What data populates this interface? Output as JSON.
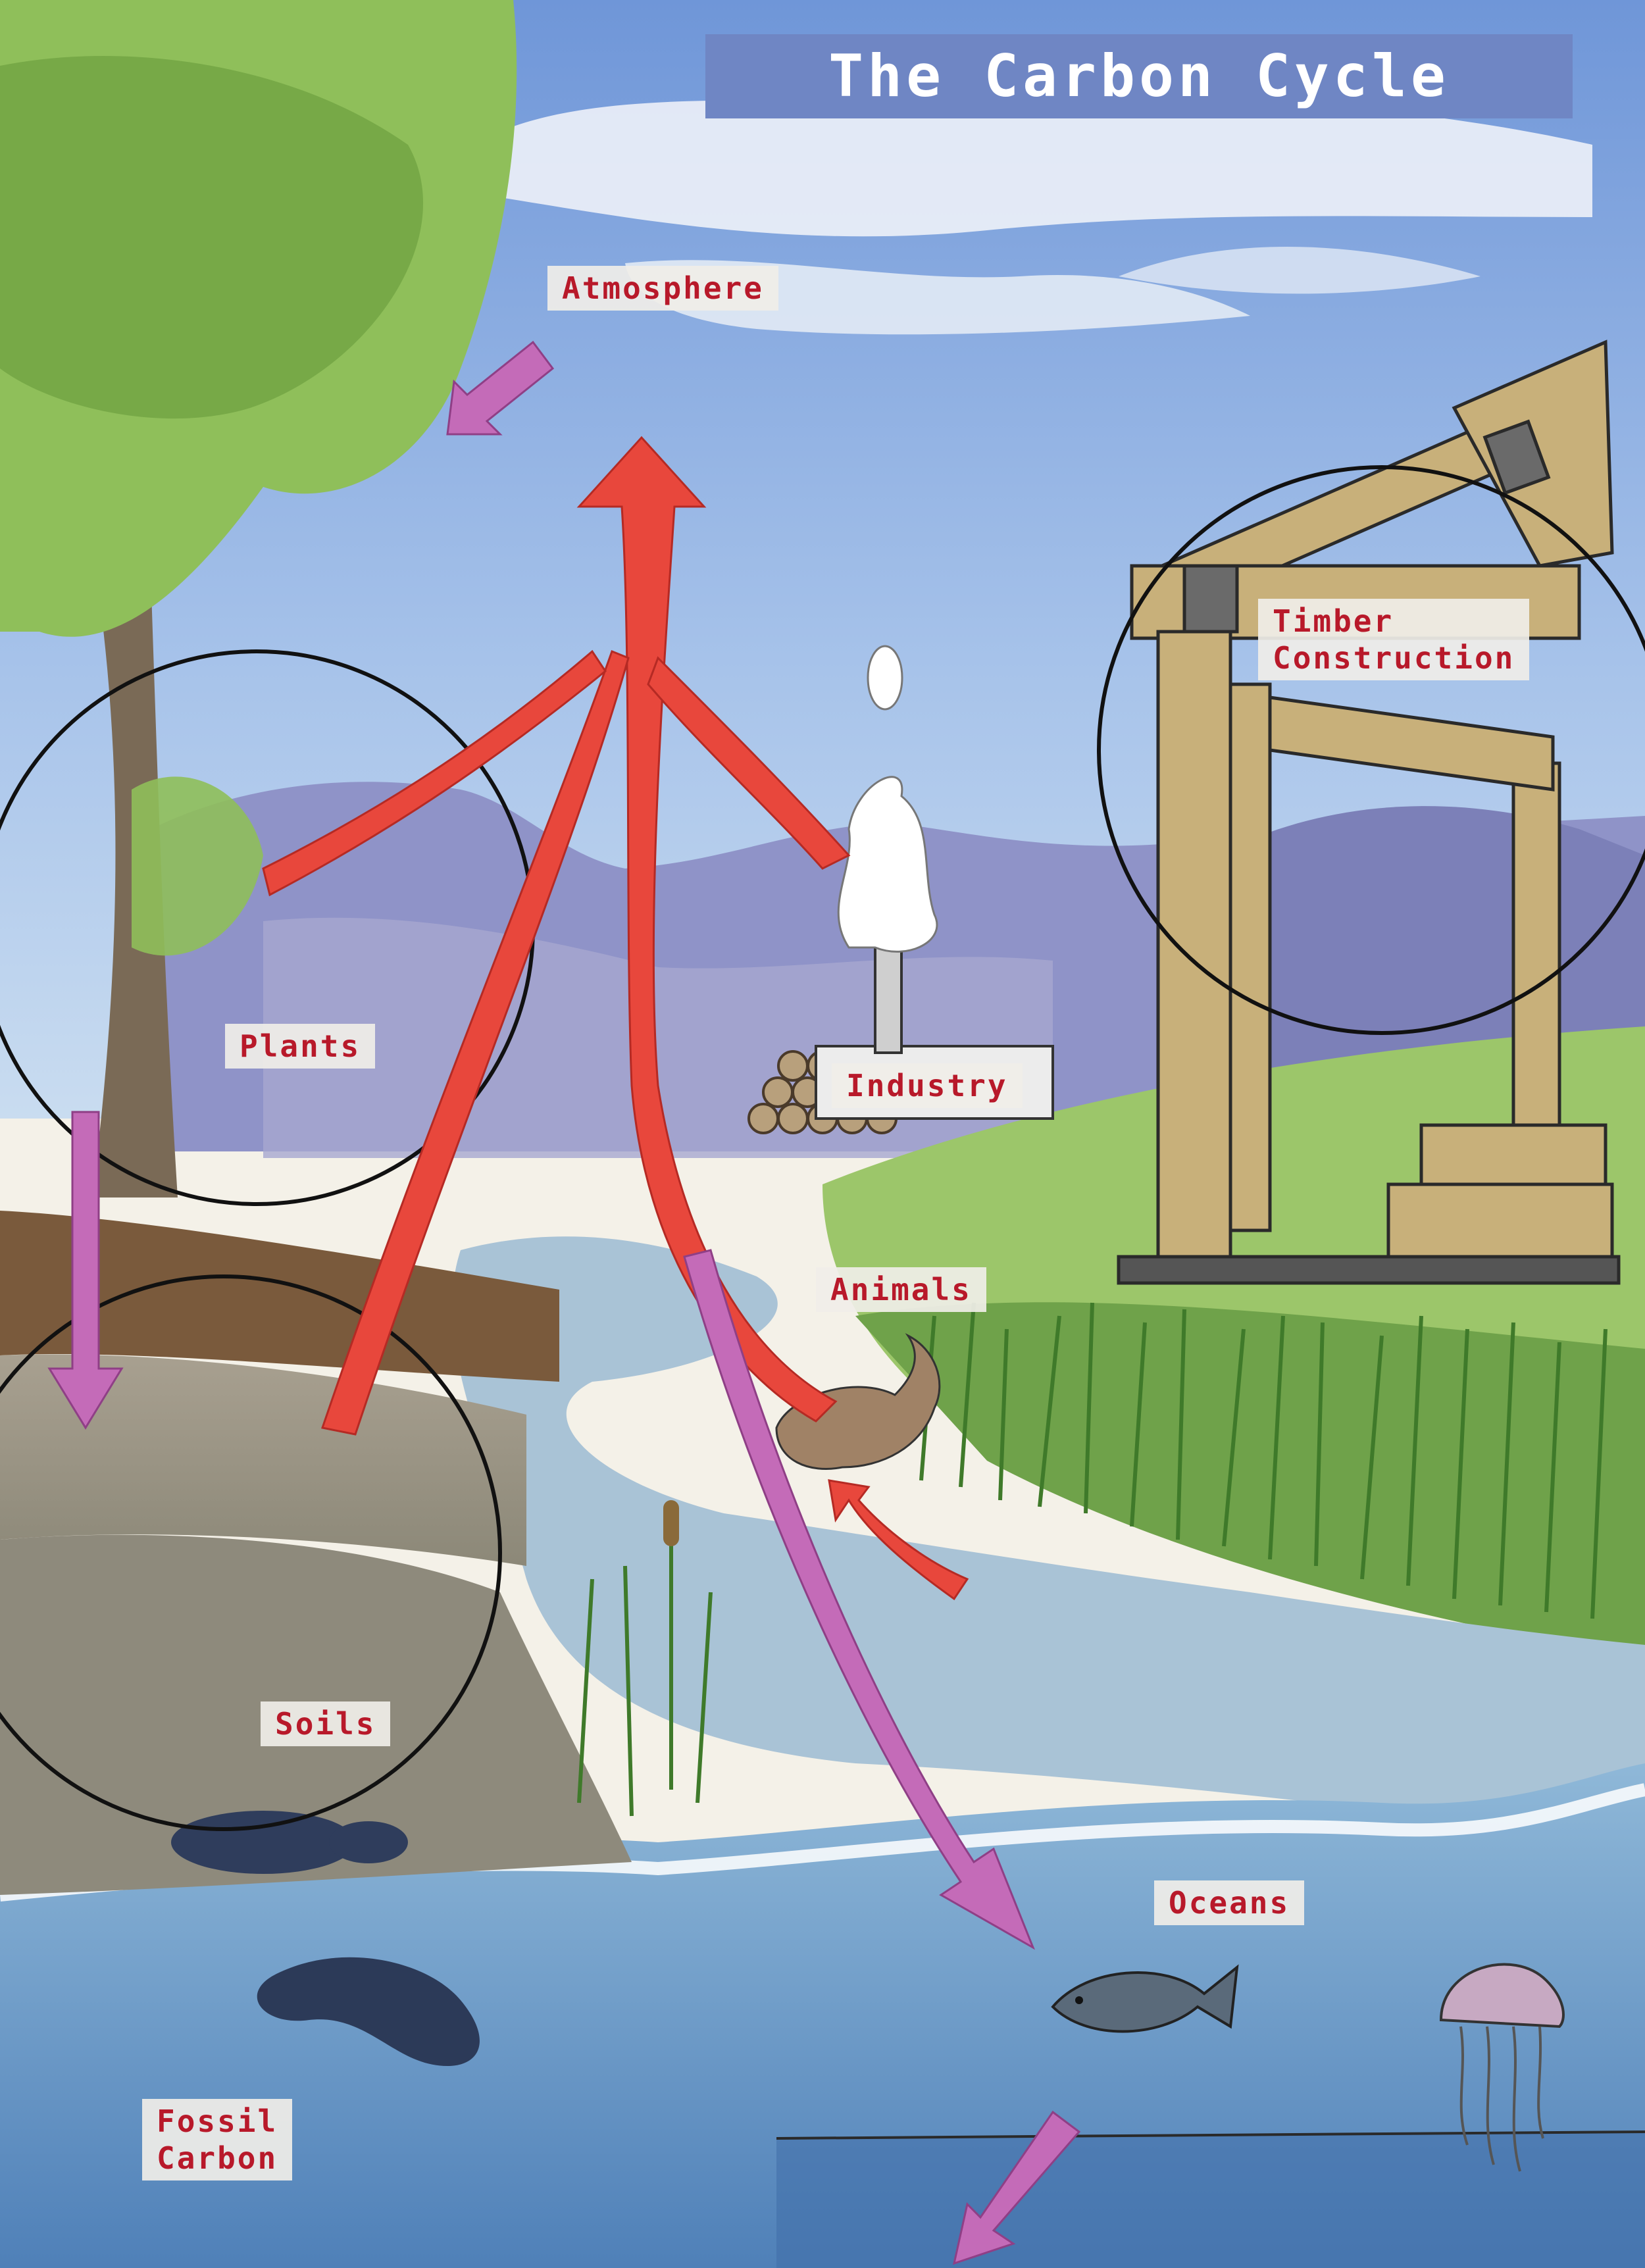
{
  "title": "The Carbon Cycle",
  "labels": {
    "atmosphere": "Atmosphere",
    "timber": "Timber\nConstruction",
    "plants": "Plants",
    "industry": "Industry",
    "animals": "Animals",
    "soils": "Soils",
    "oceans": "Oceans",
    "fossil": "Fossil\nCarbon"
  },
  "colors": {
    "sky": "#8fb0df",
    "emission_arrow": "#e8473c",
    "uptake_arrow": "#c46bb8",
    "label_text": "#b8192a",
    "title_bg": "#6f86c4",
    "ocean": "#5f93c4",
    "grass": "#7fb24a",
    "timber": "#c8b07a"
  }
}
